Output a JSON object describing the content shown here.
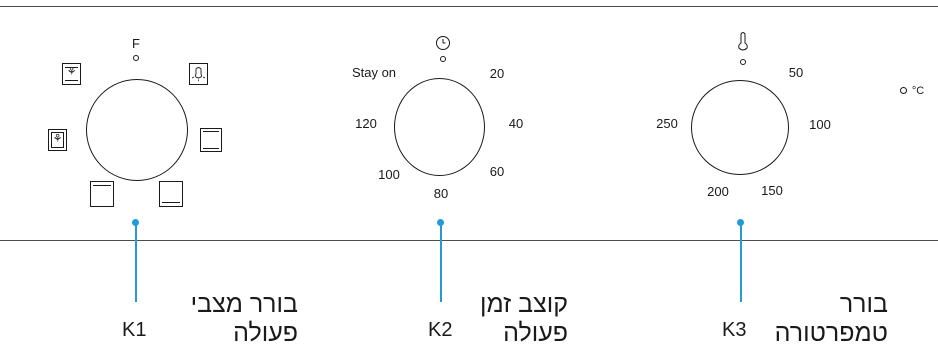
{
  "mode_knob": {
    "id": "K1",
    "name_line1": "בורר מצבי",
    "name_line2": "פעולה",
    "top_symbol": "F",
    "icons": [
      "fan-grill-icon",
      "lamp-icon",
      "top-bottom-heat-icon",
      "bottom-heat-icon",
      "top-heat-icon",
      "fan-bottom-icon"
    ]
  },
  "timer_knob": {
    "id": "K2",
    "name_line1": "קוצב זמן",
    "name_line2": "פעולה",
    "top_symbol": "clock-icon",
    "labels": {
      "stay_on": "Stay on",
      "t20": "20",
      "t40": "40",
      "t60": "60",
      "t80": "80",
      "t100": "100",
      "t120": "120"
    }
  },
  "temp_knob": {
    "id": "K3",
    "name_line1": "בורר",
    "name_line2": "טמפרטורה",
    "top_symbol": "thermometer-icon",
    "labels": {
      "t50": "50",
      "t100": "100",
      "t150": "150",
      "t200": "200",
      "t250": "250"
    }
  },
  "indicator": {
    "label": "°C"
  },
  "colors": {
    "leader": "#1f9bd8",
    "line": "#4d4d4d",
    "ink": "#1a1a1a"
  }
}
